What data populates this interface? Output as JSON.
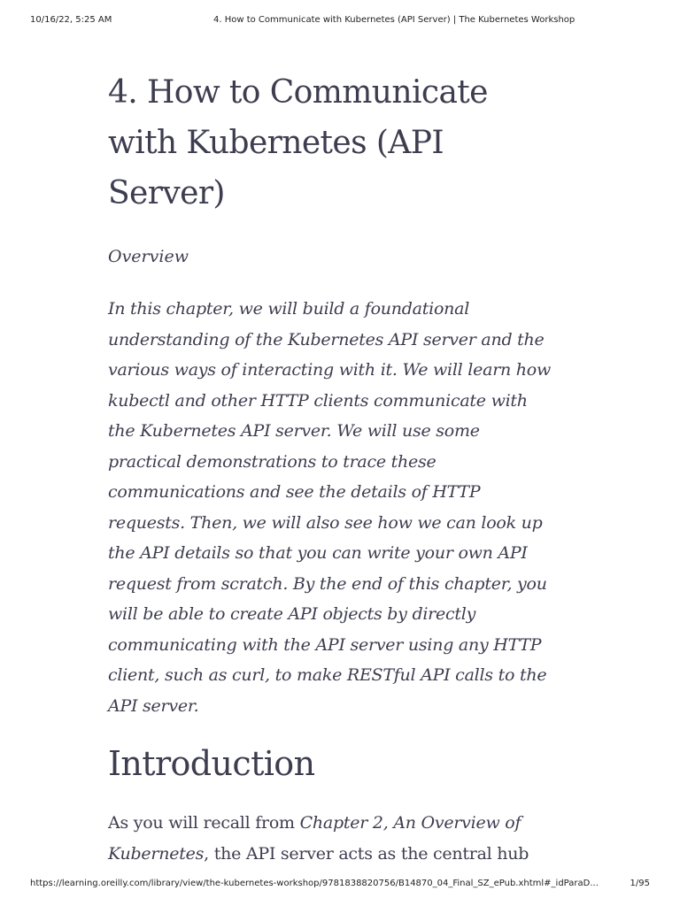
{
  "print_header": {
    "datetime": "10/16/22, 5:25 AM",
    "page_title": "4. How to Communicate with Kubernetes (API Server) | The Kubernetes Workshop"
  },
  "chapter": {
    "title": "4. How to Communicate with Kubernetes (API Server)",
    "overview_label": "Overview",
    "overview_text": "In this chapter, we will build a foundational understanding of the Kubernetes API server and the various ways of interacting with it. We will learn how kubectl and other HTTP clients communicate with the Kubernetes API server. We will use some practical demonstrations to trace these communications and see the details of HTTP requests. Then, we will also see how we can look up the API details so that you can write your own API request from scratch. By the end of this chapter, you will be able to create API objects by directly communicating with the API server using any HTTP client, such as curl, to make RESTful API calls to the API server."
  },
  "introduction": {
    "heading": "Introduction",
    "paragraph": {
      "lead": "As you will recall from ",
      "ref_chapter": "Chapter 2",
      "ref_sep": ", ",
      "ref_title": "An Overview of Kubernetes",
      "rest": ", the API server acts as the central hub"
    }
  },
  "print_footer": {
    "url": "https://learning.oreilly.com/library/view/the-kubernetes-workshop/9781838820756/B14870_04_Final_SZ_ePub.xhtml#_idParaD...",
    "page_indicator": "1/95"
  }
}
